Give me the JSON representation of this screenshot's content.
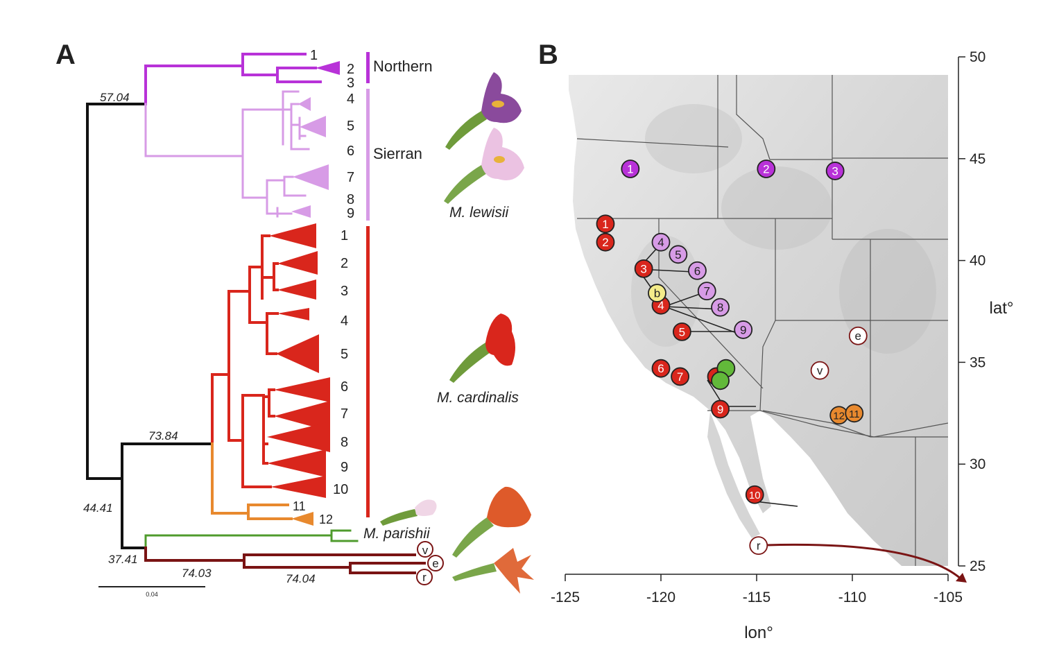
{
  "figure": {
    "panel_a_label": "A",
    "panel_b_label": "B"
  },
  "colors": {
    "northern": "#b832d8",
    "sierran": "#d79be6",
    "cardinalis": "#d9261c",
    "orange": "#e8892e",
    "parishii": "#4f9b2d",
    "outgroup": "#7a1414",
    "black": "#111111"
  },
  "tree": {
    "node_labels": {
      "root_lewisii": "57.04",
      "cardinalis_split": "73.84",
      "lower": "44.41",
      "outgroup_node": "37.41",
      "outgroup_a": "74.03",
      "outgroup_b": "74.04"
    },
    "northern_tips": [
      "1",
      "2",
      "3"
    ],
    "sierran_tips": [
      "4",
      "5",
      "6",
      "7",
      "8",
      "9"
    ],
    "cardinalis_tips": [
      "1",
      "2",
      "3",
      "4",
      "5",
      "6",
      "7",
      "8",
      "9",
      "10"
    ],
    "orange_tips": [
      "11",
      "12"
    ],
    "outgroup_tips": [
      "v",
      "e",
      "r"
    ],
    "clade_labels": {
      "northern": "Northern",
      "sierran": "Sierran"
    },
    "species_labels": {
      "lewisii": "M. lewisii",
      "cardinalis": "M. cardinalis",
      "parishii": "M. parishii"
    },
    "scale_bar": "0.04"
  },
  "map": {
    "x_ticks": [
      "-125",
      "-120",
      "-115",
      "-110",
      "-105"
    ],
    "y_ticks": [
      "50",
      "45",
      "40",
      "35",
      "30",
      "25"
    ],
    "xlabel": "lon°",
    "ylabel": "lat°",
    "points": [
      {
        "label": "1",
        "group": "northern",
        "lon": -121.6,
        "lat": 44.5
      },
      {
        "label": "2",
        "group": "northern",
        "lon": -114.5,
        "lat": 44.5
      },
      {
        "label": "3",
        "group": "northern",
        "lon": -110.9,
        "lat": 44.4
      },
      {
        "label": "1",
        "group": "cardinalis",
        "lon": -122.9,
        "lat": 41.8
      },
      {
        "label": "2",
        "group": "cardinalis",
        "lon": -122.9,
        "lat": 40.9
      },
      {
        "label": "3",
        "group": "cardinalis",
        "lon": -120.9,
        "lat": 39.6
      },
      {
        "label": "4",
        "group": "cardinalis",
        "lon": -120.0,
        "lat": 37.8
      },
      {
        "label": "5",
        "group": "cardinalis",
        "lon": -118.9,
        "lat": 36.5
      },
      {
        "label": "6",
        "group": "cardinalis",
        "lon": -120.0,
        "lat": 34.7
      },
      {
        "label": "7",
        "group": "cardinalis",
        "lon": -119.0,
        "lat": 34.3
      },
      {
        "label": "8",
        "group": "cardinalis",
        "lon": -117.1,
        "lat": 34.3
      },
      {
        "label": "9",
        "group": "cardinalis",
        "lon": -116.9,
        "lat": 32.7
      },
      {
        "label": "10",
        "group": "cardinalis",
        "lon": -115.1,
        "lat": 28.5
      },
      {
        "label": "4",
        "group": "sierran",
        "lon": -120.0,
        "lat": 40.9
      },
      {
        "label": "5",
        "group": "sierran",
        "lon": -119.1,
        "lat": 40.3
      },
      {
        "label": "6",
        "group": "sierran",
        "lon": -118.1,
        "lat": 39.5
      },
      {
        "label": "7",
        "group": "sierran",
        "lon": -117.6,
        "lat": 38.5
      },
      {
        "label": "8",
        "group": "sierran",
        "lon": -116.9,
        "lat": 37.7
      },
      {
        "label": "9",
        "group": "sierran",
        "lon": -115.7,
        "lat": 36.6
      },
      {
        "label": "b",
        "group": "yellow",
        "lon": -120.2,
        "lat": 38.4
      },
      {
        "label": "",
        "group": "parishii",
        "lon": -116.6,
        "lat": 34.7
      },
      {
        "label": "",
        "group": "parishii",
        "lon": -116.9,
        "lat": 34.1
      },
      {
        "label": "e",
        "group": "outgroup_open",
        "lon": -109.7,
        "lat": 36.3
      },
      {
        "label": "v",
        "group": "outgroup_open",
        "lon": -111.7,
        "lat": 34.6
      },
      {
        "label": "r",
        "group": "outgroup_open",
        "lon": -114.9,
        "lat": 26.0
      },
      {
        "label": "12",
        "group": "orange",
        "lon": -110.7,
        "lat": 32.4
      },
      {
        "label": "11",
        "group": "orange",
        "lon": -109.9,
        "lat": 32.5
      }
    ]
  }
}
